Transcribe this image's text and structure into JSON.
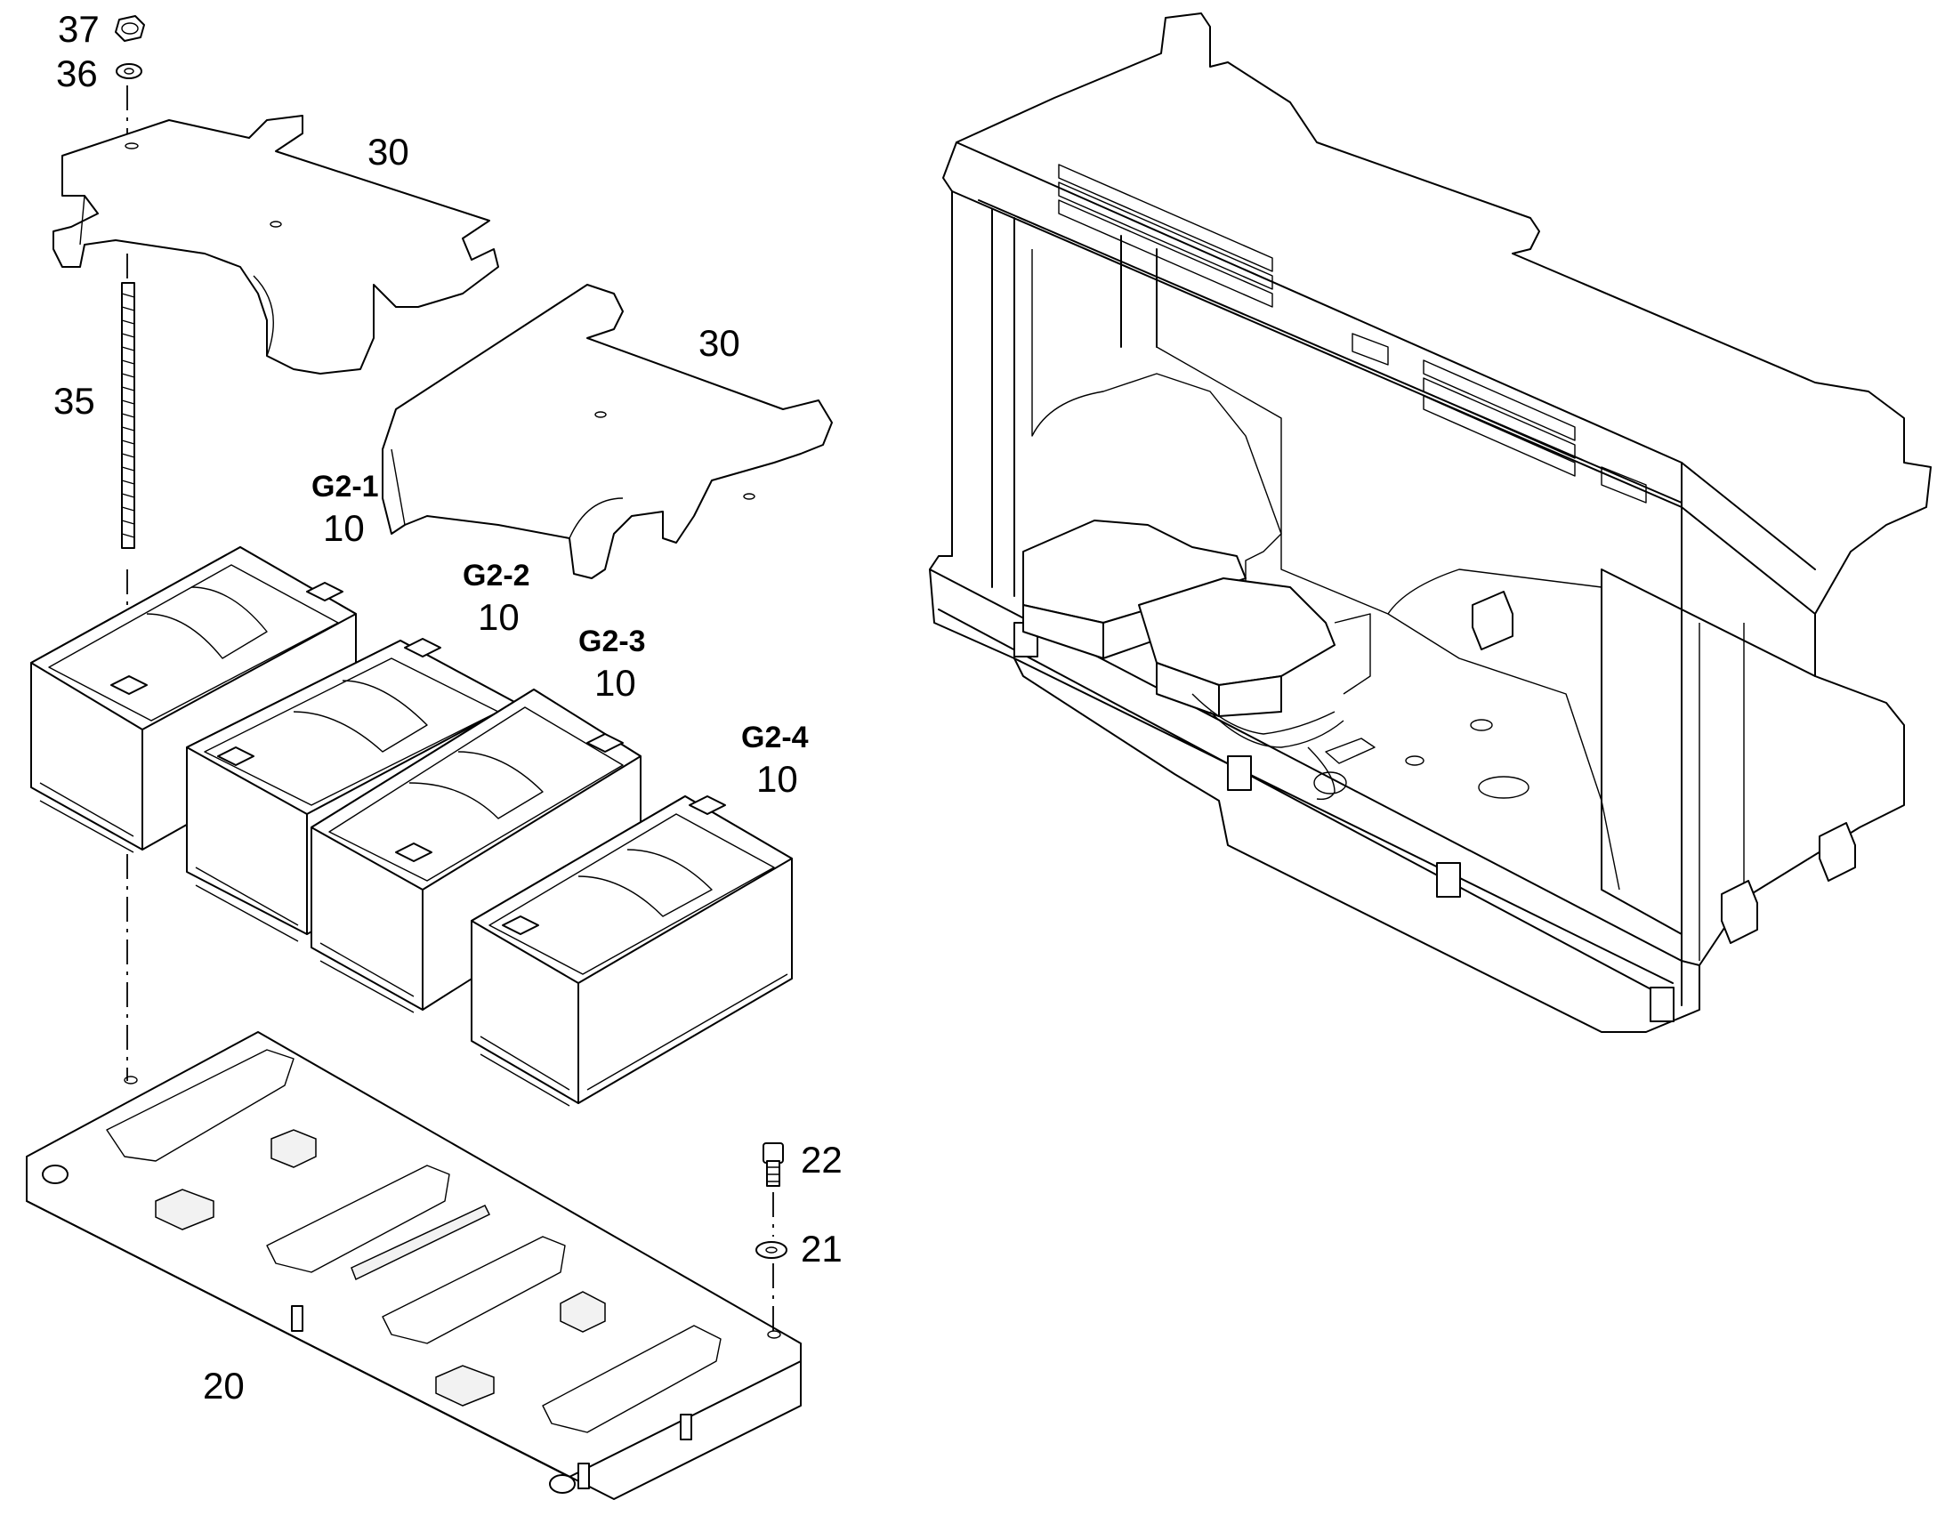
{
  "callouts": {
    "nut": "37",
    "washer_top": "36",
    "hold_down_a": "30",
    "hold_down_b": "30",
    "threaded_rod": "35",
    "battery_g2_1_id": "G2-1",
    "battery_g2_1_item": "10",
    "battery_g2_2_id": "G2-2",
    "battery_g2_2_item": "10",
    "battery_g2_3_id": "G2-3",
    "battery_g2_3_item": "10",
    "battery_g2_4_id": "G2-4",
    "battery_g2_4_item": "10",
    "bolt": "22",
    "washer_bottom": "21",
    "tray": "20"
  }
}
